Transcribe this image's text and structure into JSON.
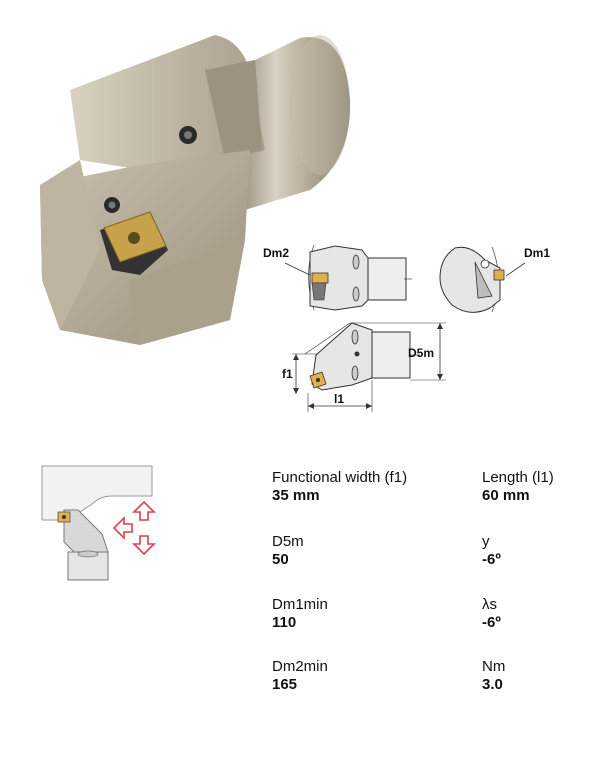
{
  "drawing": {
    "dm2": "Dm2",
    "dm1": "Dm1",
    "d5m": "D5m",
    "f1": "f1",
    "l1": "l1"
  },
  "specs": [
    {
      "label": "Functional width (f1)",
      "value": "35 mm"
    },
    {
      "label": "Length (l1)",
      "value": "60 mm"
    },
    {
      "label": "D5m",
      "value": "50"
    },
    {
      "label": "y",
      "value": "-6º"
    },
    {
      "label": "Dm1min",
      "value": "110"
    },
    {
      "label": "λs",
      "value": "-6º"
    },
    {
      "label": "Dm2min",
      "value": "165"
    },
    {
      "label": "Nm",
      "value": "3.0"
    }
  ],
  "colors": {
    "steel": "#b7ad98",
    "steel_dark": "#8c8371",
    "insert_gold": "#c8a24a",
    "arrow_red": "#d9414b"
  }
}
